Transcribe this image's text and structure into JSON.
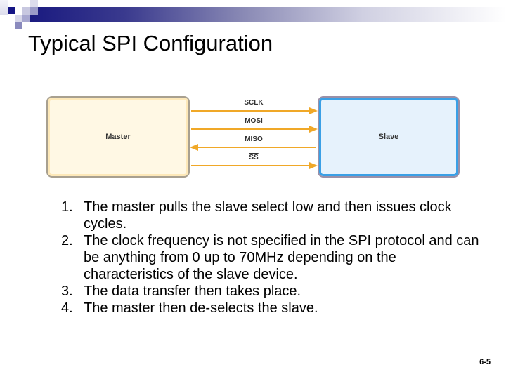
{
  "slide": {
    "title": "Typical SPI Configuration",
    "page_number": "6-5"
  },
  "diagram": {
    "master_label": "Master",
    "slave_label": "Slave",
    "signals": [
      {
        "label": "SCLK",
        "direction": "master-to-slave"
      },
      {
        "label": "MOSI",
        "direction": "master-to-slave"
      },
      {
        "label": "MISO",
        "direction": "slave-to-master"
      },
      {
        "label": "SS",
        "direction": "master-to-slave",
        "overline": true
      }
    ],
    "colors": {
      "arrow": "#f0a828",
      "master_fill": "#fff8e4",
      "slave_fill": "#e6f2fc",
      "slave_border": "#3aa0e6"
    }
  },
  "steps": [
    {
      "num": "1.",
      "text": "The master pulls the slave select low and then issues clock cycles."
    },
    {
      "num": "2.",
      "text": "The clock frequency is not specified in the SPI protocol and can be anything from 0 up to 70MHz depending on the characteristics of the slave device."
    },
    {
      "num": "3.",
      "text": "The data transfer then takes place."
    },
    {
      "num": "4.",
      "text": "The master then de-selects the slave."
    }
  ]
}
